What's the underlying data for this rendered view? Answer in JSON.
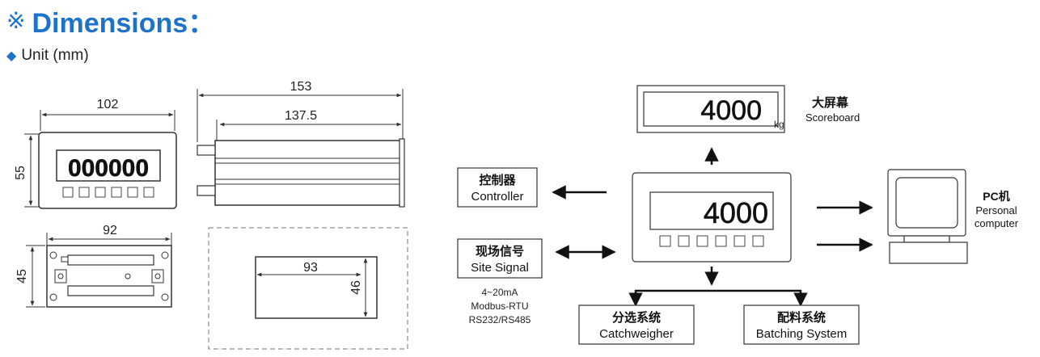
{
  "header": {
    "symbol": "※",
    "title": "Dimensions："
  },
  "unit_line": {
    "bullet": "◆",
    "text": "Unit (mm)"
  },
  "dimensions": {
    "front_width": "102",
    "front_height": "55",
    "side_total_length": "153",
    "side_body_length": "137.5",
    "back_width": "92",
    "back_height": "45",
    "cutout_width": "93",
    "cutout_height": "46"
  },
  "front_display": "000000",
  "connection": {
    "indicator_display": "4000",
    "scoreboard": {
      "display": "4000",
      "unit": "kg",
      "label_cn": "大屏幕",
      "label_en": "Scoreboard"
    },
    "controller": {
      "label_cn": "控制器",
      "label_en": "Controller"
    },
    "site_signal": {
      "label_cn": "现场信号",
      "label_en": "Site Signal"
    },
    "signal_types": [
      "4~20mA",
      "Modbus-RTU",
      "RS232/RS485"
    ],
    "pc": {
      "label_cn": "PC机",
      "label_en_1": "Personal",
      "label_en_2": "computer"
    },
    "catchweigher": {
      "label_cn": "分选系统",
      "label_en": "Catchweigher"
    },
    "batching": {
      "label_cn": "配料系统",
      "label_en": "Batching System"
    }
  },
  "colors": {
    "accent": "#1e73c9",
    "line": "#222222"
  }
}
